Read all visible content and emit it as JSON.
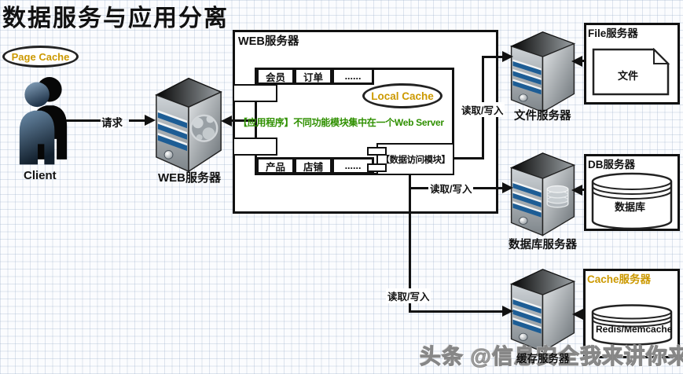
{
  "title": "数据服务与应用分离",
  "page_cache_label": "Page Cache",
  "client_label": "Client",
  "request_label": "请求",
  "web_tower_label": "WEB服务器",
  "web_box": {
    "title": "WEB服务器",
    "top_modules": [
      "会员",
      "订单",
      "......"
    ],
    "bottom_modules": [
      "产品",
      "店铺",
      "......"
    ],
    "local_cache_label": "Local Cache",
    "app_note": "【应用程序】不同功能模块集中在一个Web Server",
    "data_access_label": "【数据访问模块】"
  },
  "read_write_labels": {
    "file": "读取/写入",
    "db": "读取/写入",
    "cache": "读取/写入"
  },
  "file_server": {
    "tower_label": "文件服务器",
    "box_title": "File服务器",
    "item_label": "文件"
  },
  "db_server": {
    "tower_label": "数据库服务器",
    "box_title": "DB服务器",
    "item_label": "数据库"
  },
  "cache_server": {
    "tower_label": "缓存服务器",
    "box_title": "Cache服务器",
    "item_label": "Redis/Memcache"
  },
  "watermark": "头条 @信息安全我来讲你来听",
  "colors": {
    "accent_orange": "#CC9900",
    "note_green": "#2F9000",
    "stripe_blue": "#1D5D95"
  }
}
